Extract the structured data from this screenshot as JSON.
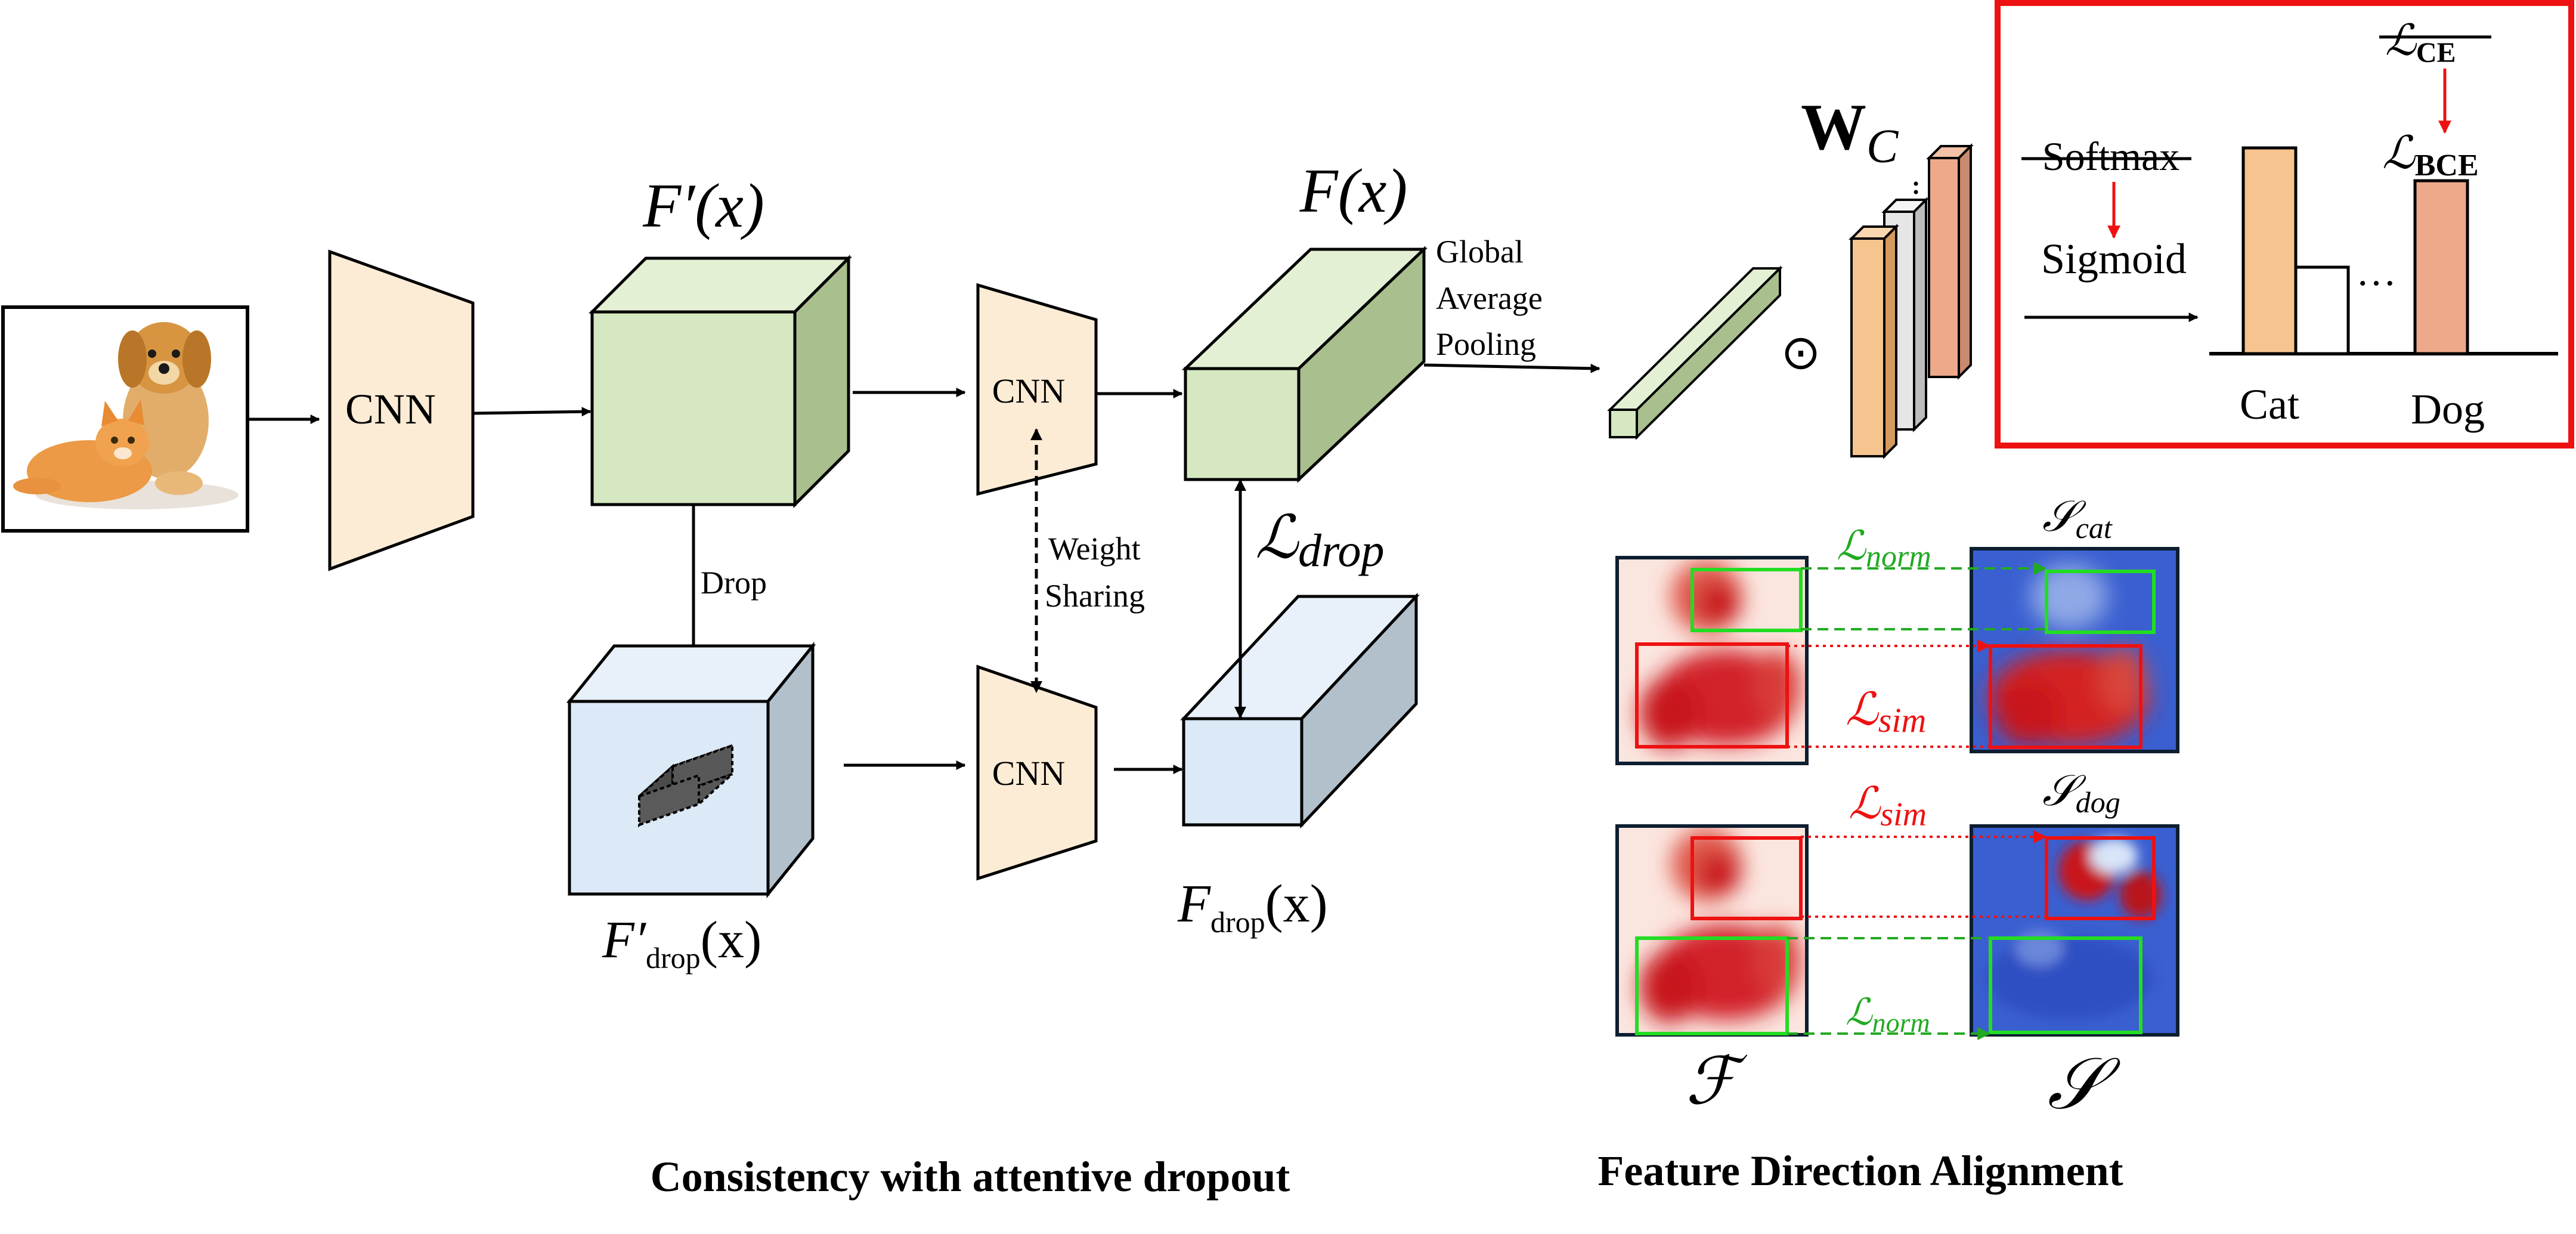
{
  "colors": {
    "cnn_fill": "#fcecd5",
    "green_front": "#d5e8c1",
    "green_top": "#e3f0d4",
    "green_side": "#a9bf8e",
    "blue_front": "#dce9f6",
    "blue_top": "#e8f1fa",
    "blue_side": "#b2c0cc",
    "bar_orange": "#f6c48e",
    "bar_salmon": "#eda98a",
    "bar_gray": "#e6e6e6",
    "highlight_red": "#ee1111",
    "green_box": "#22dd22",
    "loss_green": "#22aa22",
    "heat_red": "#c8161e",
    "heat_blue": "#3a5fd0"
  },
  "labels": {
    "cnn_main": "CNN",
    "cnn_top": "CNN",
    "cnn_bottom": "CNN",
    "f_prime": "F′(x)",
    "f_x": "F(x)",
    "f_drop_prime_base": "F′",
    "f_drop_base": "F",
    "drop_sub": "drop",
    "x_arg": "(x)",
    "drop": "Drop",
    "weight_sharing": [
      "Weight",
      "Sharing"
    ],
    "gap": [
      "Global",
      "Average",
      "Pooling"
    ],
    "l_drop_script": "ℒ",
    "l_drop_sub": "drop",
    "w_c_base": "W",
    "w_c_sub": "C",
    "odot": "⊙"
  },
  "classifier": {
    "l_ce": "ℒ",
    "l_ce_sub": "CE",
    "l_bce": "ℒ",
    "l_bce_sub": "BCE",
    "softmax": "Softmax",
    "sigmoid": "Sigmoid",
    "ellipsis": "…",
    "cat": "Cat",
    "dog": "Dog"
  },
  "alignment": {
    "script_l": "ℒ",
    "norm": "norm",
    "sim": "sim",
    "s_script": "𝒮",
    "s_cat_sub": "cat",
    "s_dog_sub": "dog",
    "f_script": "ℱ",
    "s_big": "𝒮"
  },
  "captions": {
    "left": "Consistency with attentive dropout",
    "right": "Feature Direction Alignment"
  }
}
